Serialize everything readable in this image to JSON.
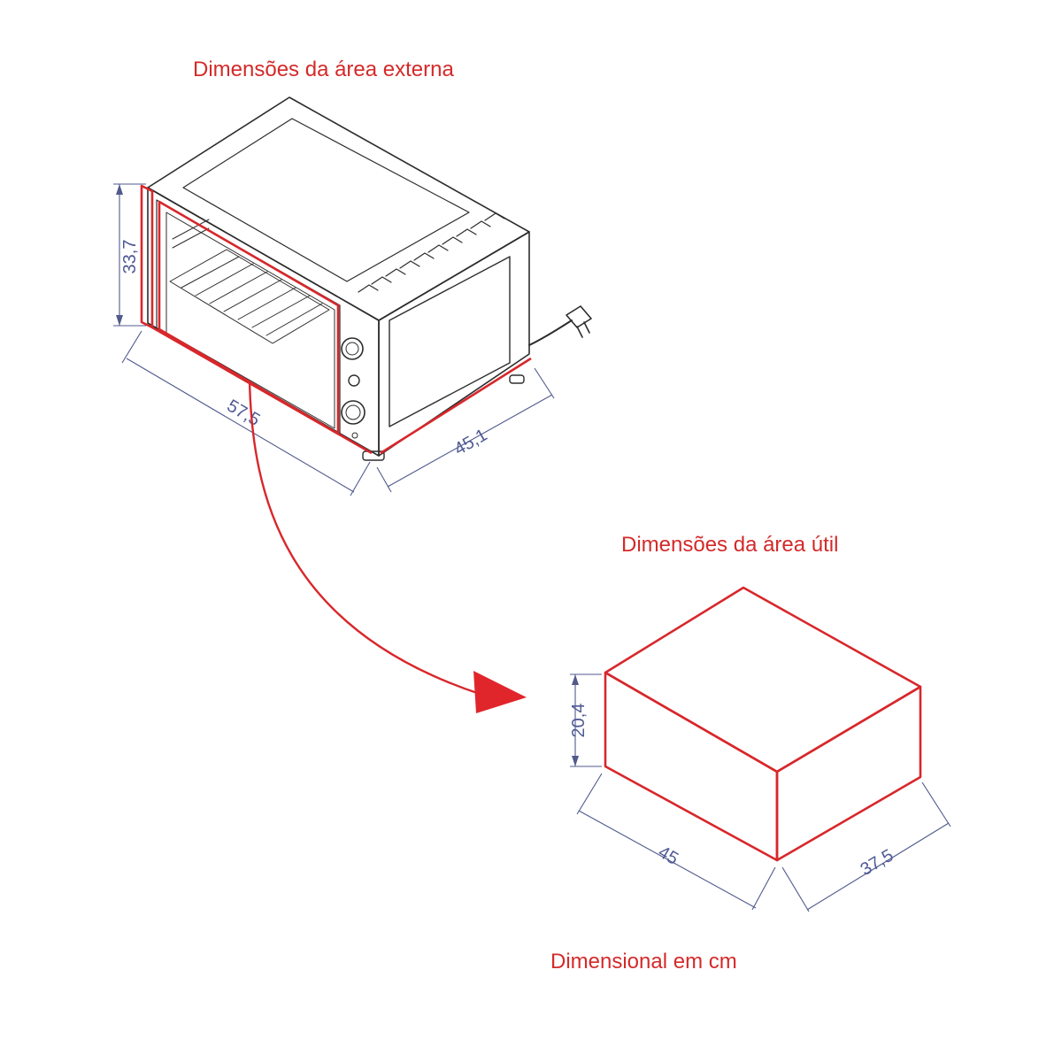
{
  "titles": {
    "external": "Dimensões da área externa",
    "useful": "Dimensões da área útil",
    "note": "Dimensional em cm"
  },
  "external_dims": {
    "height": "33,7",
    "width": "57,5",
    "depth": "45,1"
  },
  "useful_dims": {
    "height": "20,4",
    "width": "45",
    "depth": "37,5"
  },
  "colors": {
    "accent_red": "#d42a2a",
    "dimension_blue": "#4f5a94",
    "line_black": "#2c2c2c"
  }
}
